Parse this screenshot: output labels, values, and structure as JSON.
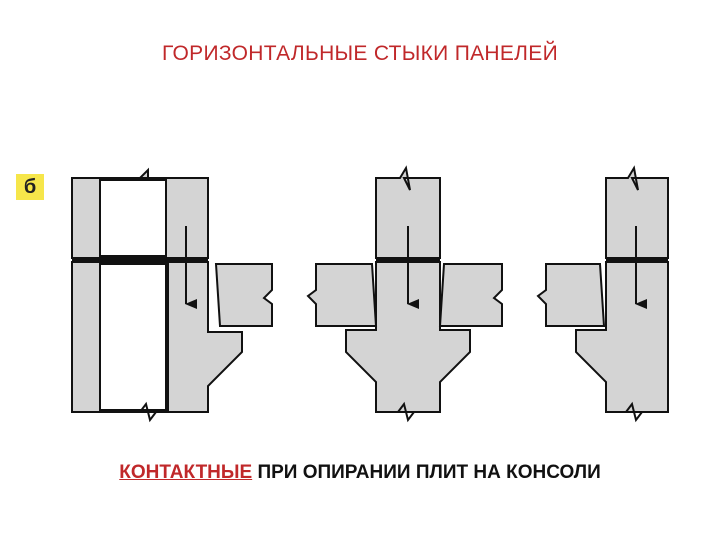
{
  "title": "ГОРИЗОНТАЛЬНЫЕ СТЫКИ ПАНЕЛЕЙ",
  "figure_label": "б",
  "caption": {
    "accent": "КОНТАКТНЫЕ",
    "rest": " ПРИ ОПИРАНИИ ПЛИТ НА КОНСОЛИ"
  },
  "colors": {
    "title": "#c0282a",
    "panel_fill": "#d4d4d4",
    "outline": "#111111",
    "badge": "#f6e64a"
  }
}
